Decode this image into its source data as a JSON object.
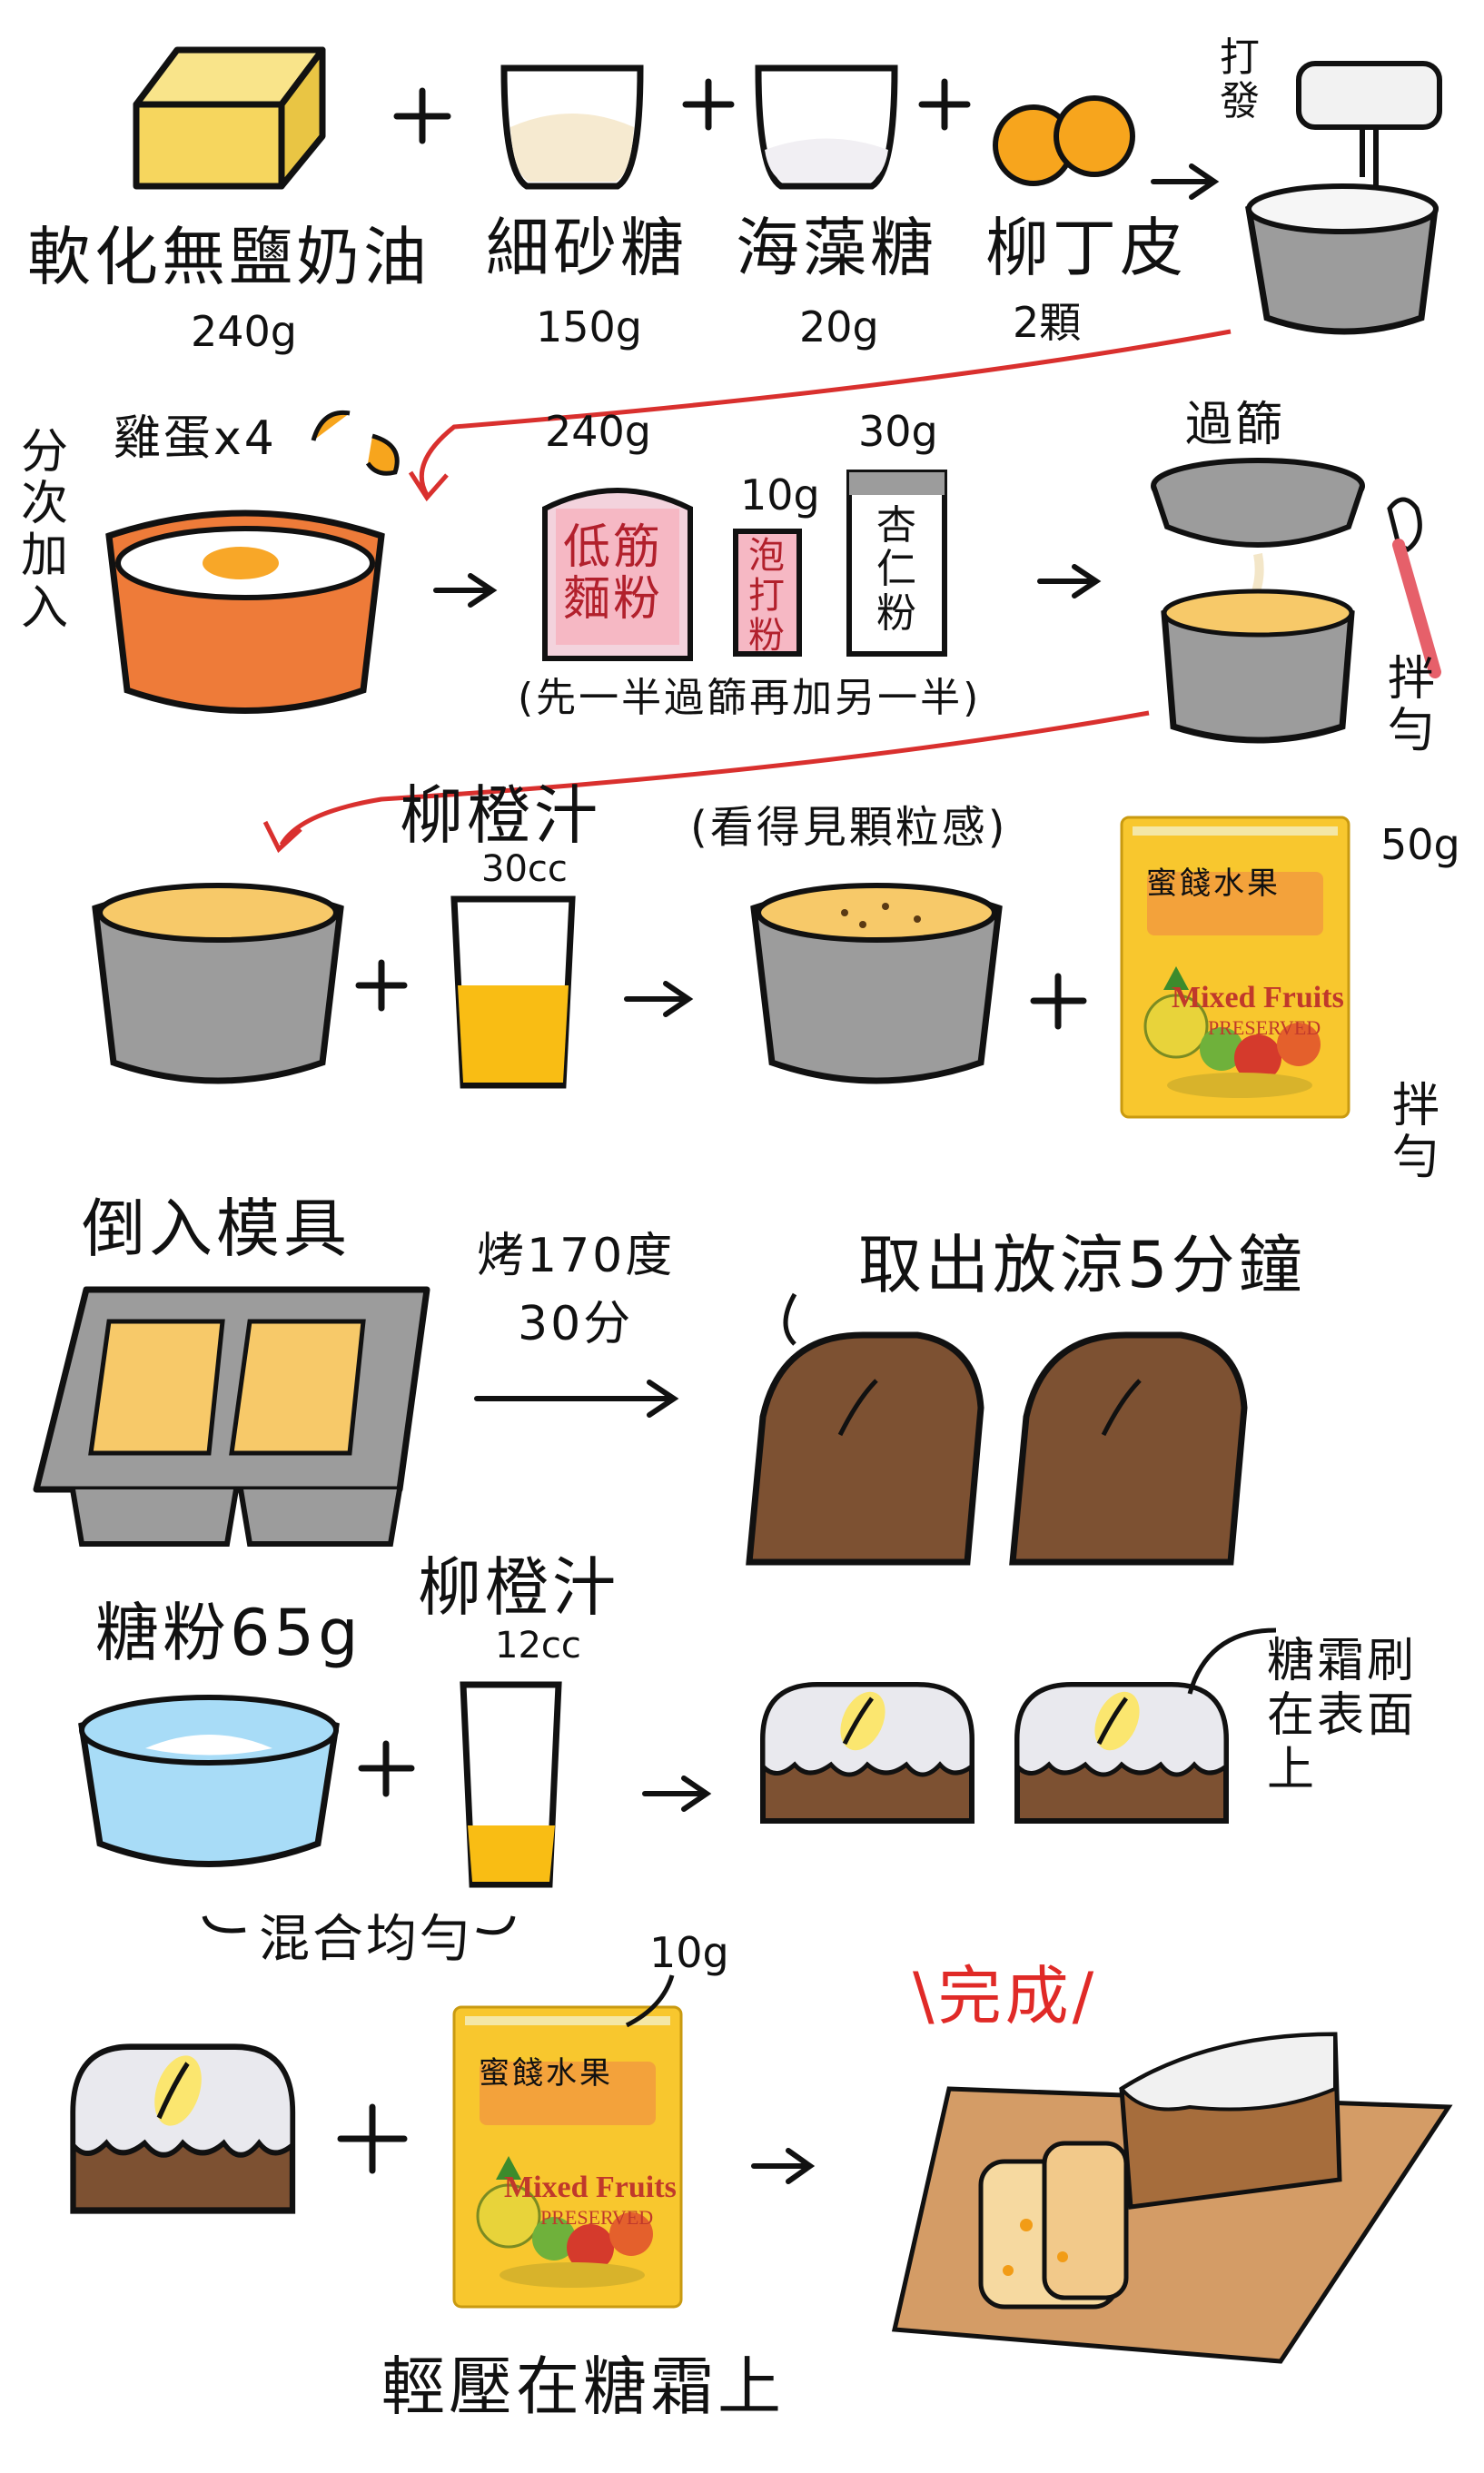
{
  "row1": {
    "butter": {
      "name": "軟化無鹽奶油",
      "amount": "240g"
    },
    "sugar": {
      "name": "細砂糖",
      "amount": "150g"
    },
    "trehalose": {
      "name": "海藻糖",
      "amount": "20g"
    },
    "orange": {
      "name": "柳丁皮",
      "amount": "2顆"
    },
    "whisk_label": "打發"
  },
  "row2": {
    "eggs_label": "雞蛋x4",
    "batches_label": "分次加入",
    "flour": {
      "amount": "240g",
      "name": "低筋麵粉"
    },
    "baking_powder": {
      "amount": "10g",
      "name": "泡打粉"
    },
    "almond": {
      "amount": "30g",
      "name": "杏仁粉"
    },
    "note": "(先一半過篩再加另一半)",
    "sift_label": "過篩",
    "mix_label": "拌勻"
  },
  "row3": {
    "juice": {
      "name": "柳橙汁",
      "amount": "30cc"
    },
    "note": "(看得見顆粒感)",
    "fruit_amount": "50g",
    "mix_label": "拌勻"
  },
  "package": {
    "brand": "蜜餞水果",
    "title": "Mixed Fruits",
    "subtitle": "PRESERVED"
  },
  "row4": {
    "mold_label": "倒入模具",
    "bake_label": "烤170度",
    "bake_time": "30分",
    "cool_label": "取出放涼5分鐘"
  },
  "row5": {
    "sugar_powder": "糖粉65g",
    "juice": {
      "name": "柳橙汁",
      "amount": "12cc"
    },
    "mix_label": "混合均勻",
    "glaze_label": "糖霜刷在表面上"
  },
  "row6": {
    "fruit_amount": "10g",
    "press_label": "輕壓在糖霜上",
    "done_label": "\\完成/"
  },
  "palette": {
    "butter": "#f6d65e",
    "bowl_grey": "#9c9c9c",
    "orange_bowl": "#ee7b39",
    "pink_bag": "#f6b8c4",
    "juice": "#f9bd14",
    "batter": "#f7c969",
    "cake": "#7d5132",
    "blue_bowl": "#a8dcf7",
    "board": "#d49c66",
    "arrow_red": "#d9302e",
    "package_yellow": "#f8c72e"
  }
}
